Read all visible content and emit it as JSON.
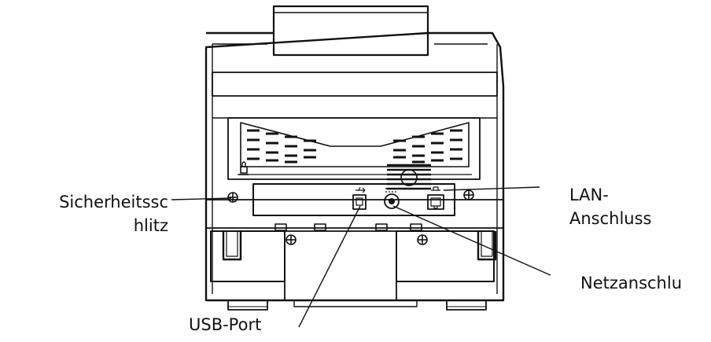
{
  "labels": {
    "security_slot": {
      "line1": "Sicherheitssc",
      "line2": "hlitz"
    },
    "lan_port": {
      "line1": "LAN-",
      "line2": "Anschluss"
    },
    "power_port": "Netzanschlu",
    "usb_port": "USB-Port"
  }
}
